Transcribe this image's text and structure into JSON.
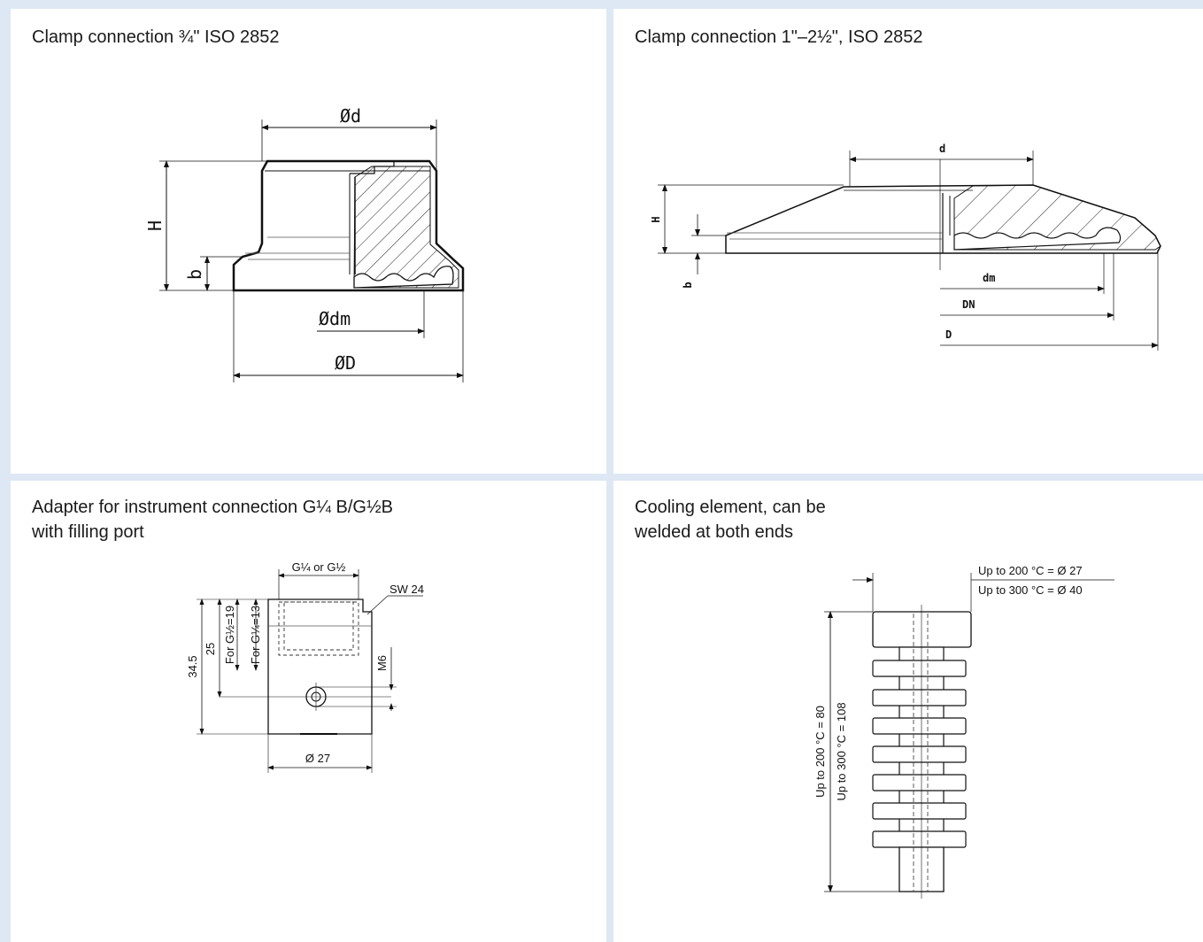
{
  "panels": {
    "top_left": {
      "title": "Clamp connection ¾\" ISO 2852",
      "labels": {
        "d": "Ød",
        "H": "H",
        "b": "b",
        "dm": "Ødm",
        "D": "ØD"
      }
    },
    "top_right": {
      "title": "Clamp connection 1\"–2½\", ISO 2852",
      "labels": {
        "d": "d",
        "H": "H",
        "b": "b",
        "dm": "dm",
        "DN": "DN",
        "D": "D"
      }
    },
    "bottom_left": {
      "title_line1": "Adapter for instrument connection G¼ B/G½B",
      "title_line2": "with filling port",
      "labels": {
        "thread": "G¼ or G½",
        "sw": "SW 24",
        "h_total": "34.5",
        "h_25": "25",
        "for_g12": "For G½=19",
        "for_g14": "For G¼=13",
        "m6": "M6",
        "dia": "Ø 27"
      }
    },
    "bottom_right": {
      "title_line1": "Cooling element, can be",
      "title_line2": "welded at both ends",
      "labels": {
        "dia_200": "Up to 200 °C = Ø 27",
        "dia_300": "Up to 300 °C = Ø 40",
        "len_200": "Up to 200 °C = 80",
        "len_300": "Up to 300 °C = 108"
      }
    }
  }
}
